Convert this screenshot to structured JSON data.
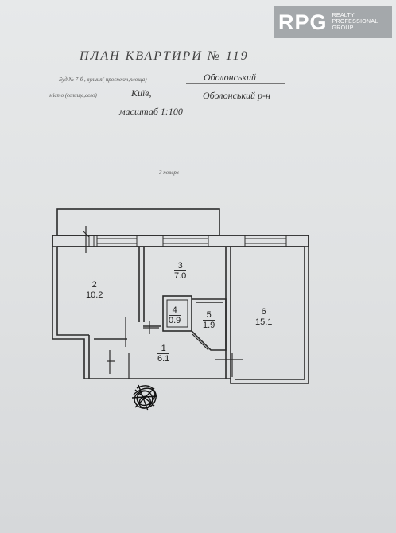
{
  "logo": {
    "mark": "RPG",
    "lines": [
      "REALTY",
      "PROFESSIONAL",
      "GROUP"
    ]
  },
  "header": {
    "title": "ПЛАН   КВАРТИРИ № 119",
    "line1_prefix": "Буд № 7-б , вулиця( проспект,площа)",
    "line1_value": "Оболонський",
    "line2_prefix": "місто (селище,село)",
    "line2_city": "Київ,",
    "line2_district": "Оболонський р-н",
    "scale": "масштаб 1:100"
  },
  "floor_label": "3 поверх",
  "rooms": [
    {
      "num": "2",
      "area": "10.2"
    },
    {
      "num": "3",
      "area": "7.0"
    },
    {
      "num": "4",
      "area": "0.9"
    },
    {
      "num": "5",
      "area": "1.9"
    },
    {
      "num": "6",
      "area": "15.1"
    },
    {
      "num": "1",
      "area": "6.1"
    }
  ]
}
